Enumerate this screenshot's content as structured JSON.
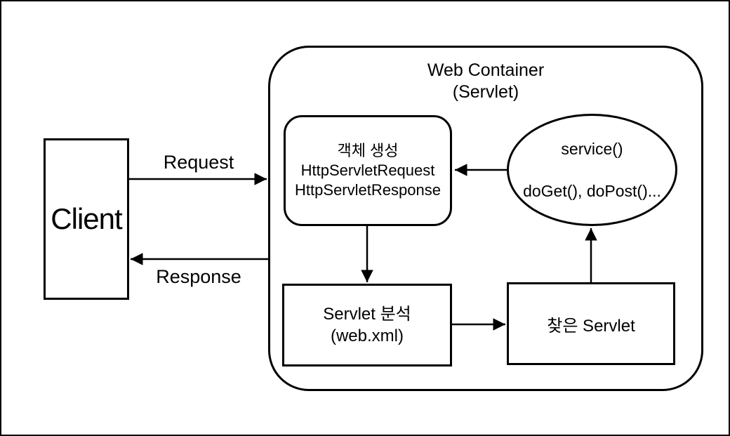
{
  "diagram": {
    "client": {
      "label": "Client"
    },
    "edges": {
      "request_label": "Request",
      "response_label": "Response"
    },
    "web_container": {
      "title_line1": "Web Container",
      "title_line2": "(Servlet)"
    },
    "object_creation": {
      "line1": "객체 생성",
      "line2": "HttpServletRequest",
      "line3": "HttpServletResponse"
    },
    "service_node": {
      "line1": "service()",
      "line2": "doGet(), doPost()..."
    },
    "servlet_analysis": {
      "line1": "Servlet 분석",
      "line2": "(web.xml)"
    },
    "found_servlet": {
      "label": "찾은 Servlet"
    },
    "colors": {
      "stroke": "#000000",
      "background": "#ffffff"
    }
  }
}
